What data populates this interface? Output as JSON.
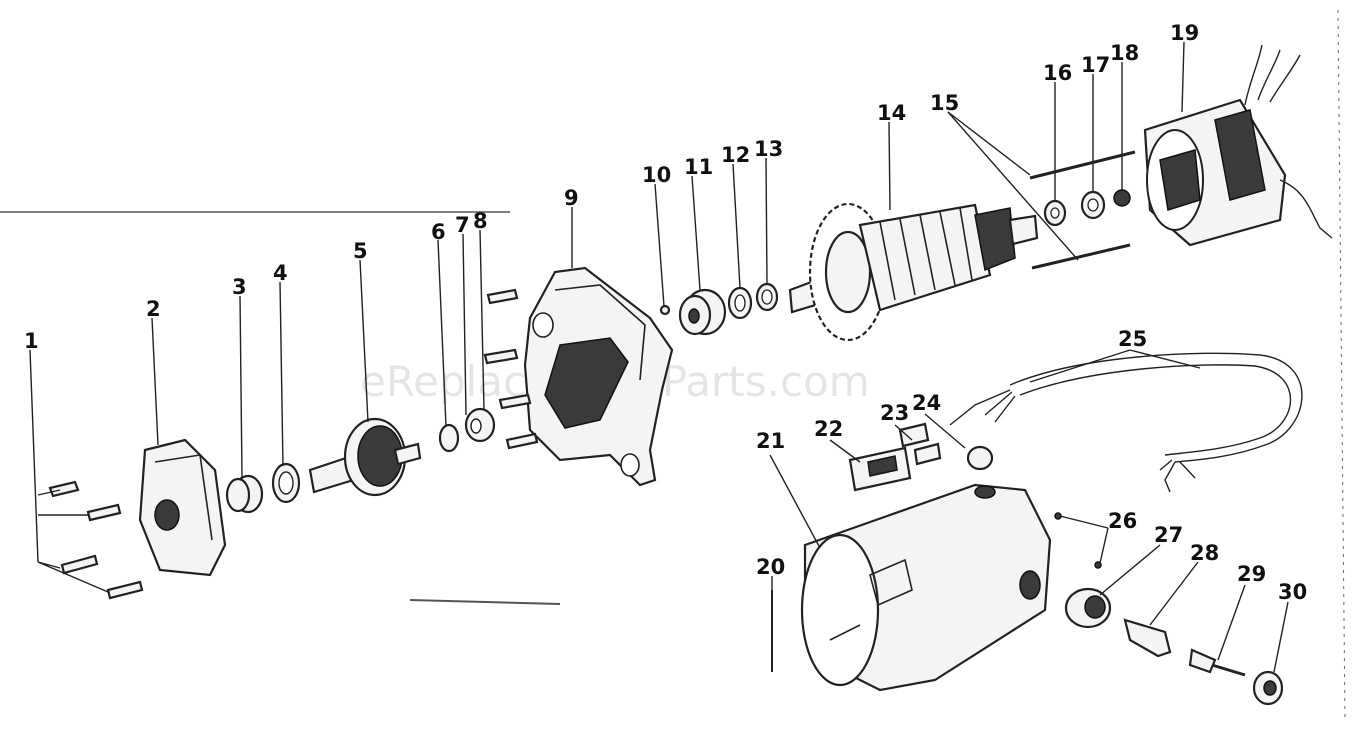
{
  "watermark": "eReplacementParts.com",
  "labels": [
    "1",
    "2",
    "3",
    "4",
    "5",
    "6",
    "7",
    "8",
    "9",
    "10",
    "11",
    "12",
    "13",
    "14",
    "15",
    "16",
    "17",
    "18",
    "19",
    "20",
    "21",
    "22",
    "23",
    "24",
    "25",
    "26",
    "27",
    "28",
    "29",
    "30"
  ]
}
